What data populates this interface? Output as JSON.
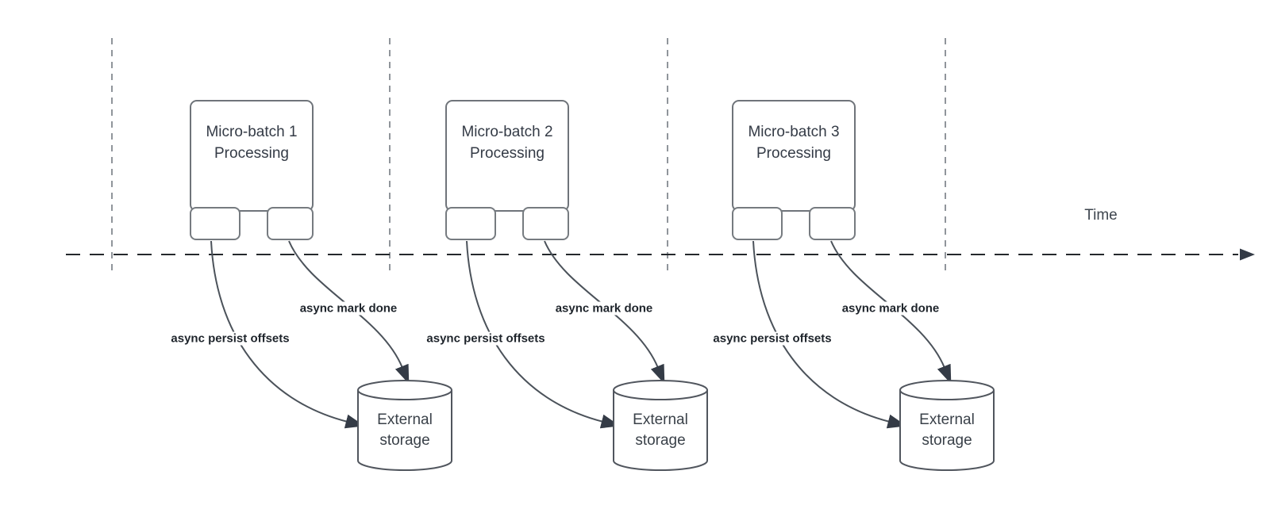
{
  "diagram": {
    "time_axis_label": "Time",
    "groups": [
      {
        "title_line1": "Micro-batch 1",
        "title_line2": "Processing",
        "persist_label": "async persist offsets",
        "done_label": "async mark done",
        "storage_line1": "External",
        "storage_line2": "storage"
      },
      {
        "title_line1": "Micro-batch 2",
        "title_line2": "Processing",
        "persist_label": "async persist offsets",
        "done_label": "async mark done",
        "storage_line1": "External",
        "storage_line2": "storage"
      },
      {
        "title_line1": "Micro-batch 3",
        "title_line2": "Processing",
        "persist_label": "async persist offsets",
        "done_label": "async mark done",
        "storage_line1": "External",
        "storage_line2": "storage"
      }
    ],
    "colors": {
      "background": "#ffffff",
      "box_border": "#6f747a",
      "cylinder_stroke": "#51565e",
      "arrow_stroke": "#4b525a",
      "arrowhead_fill": "#343b46",
      "timeline_stroke": "#24282c",
      "lane_divider_stroke": "#90959b",
      "text": "#343b46",
      "edge_label_text": "#1e242b"
    }
  }
}
